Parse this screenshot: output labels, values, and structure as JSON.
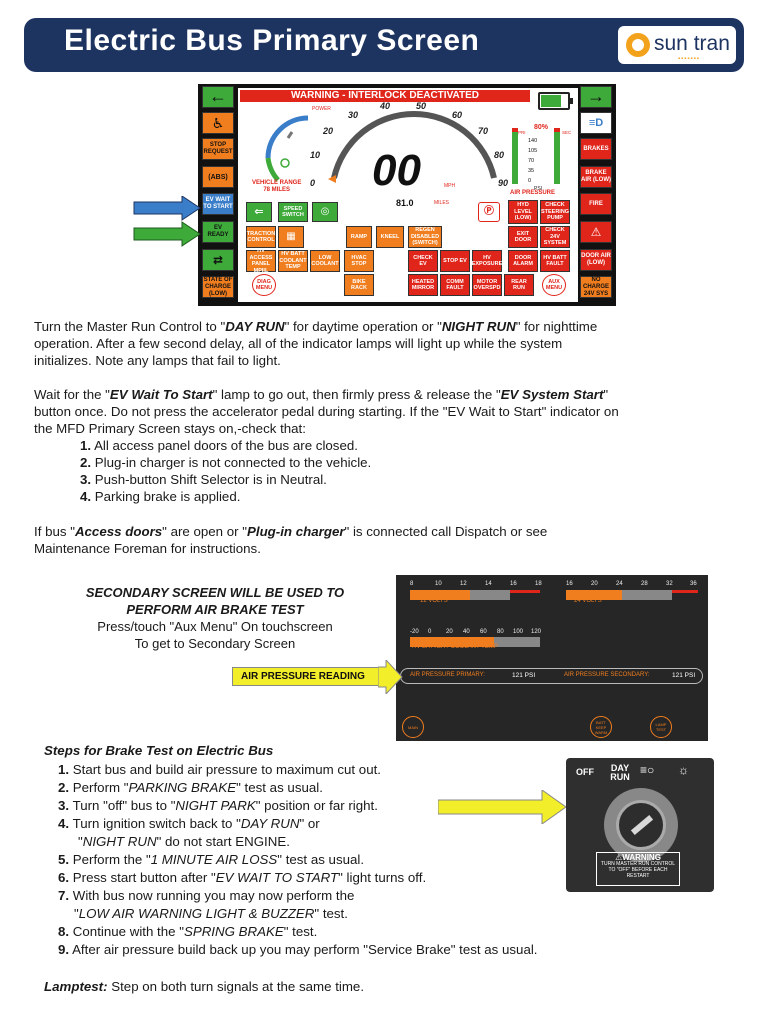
{
  "header": {
    "title": "Electric Bus Primary Screen",
    "logo_text": "sun tran",
    "logo_dots": "▪▪▪▪▪▪▪"
  },
  "primary_screen": {
    "warning": "WARNING - INTERLOCK DEACTIVATED",
    "power_label": "POWER",
    "speed": "00",
    "mph_label": "MPH",
    "odometer": "81.0",
    "miles_label": "MILES",
    "vehicle_range_label": "VEHICLE RANGE",
    "vehicle_range_value": "78 MILES",
    "battery_percent": "80%",
    "air_pressure_label": "AIR PRESSURE",
    "psi_label": "PSI",
    "pri_label": "PRI",
    "sec_label": "SEC",
    "psi_ticks": [
      "140",
      "105",
      "70",
      "35",
      "0"
    ],
    "speed_ticks": [
      "0",
      "10",
      "20",
      "30",
      "40",
      "50",
      "60",
      "70",
      "80",
      "90"
    ],
    "left_buttons": [
      "STOP REQUEST",
      "EV WAIT TO START",
      "EV READY",
      "STATE OF CHARGE (LOW)"
    ],
    "right_buttons": [
      "BRAKES",
      "BRAKE AIR (LOW)",
      "FIRE",
      "DOOR AIR (LOW)",
      "NO CHARGE 24V SYS"
    ],
    "center_lamps": {
      "speed_switch": "SPEED SWITCH",
      "traction_control": "TRACTION CONTROL",
      "hv_access_panel": "HV ACCESS PANEL MPIIL",
      "hv_batt_coolant_temp": "HV BATT COOLANT TEMP",
      "low_coolant": "LOW COOLANT",
      "ramp": "RAMP",
      "kneel": "KNEEL",
      "regen_disabled": "REGEN DISABLED (SWITCH)",
      "hvac_stop": "HVAC STOP",
      "bike_rack": "BIKE RACK",
      "hyd_level": "HYD LEVEL (LOW)",
      "check_steering_pump": "CHECK STEERING PUMP",
      "exit_door": "EXIT DOOR",
      "check_24v_system": "CHECK 24V SYSTEM",
      "check_ev": "CHECK EV",
      "stop_ev": "STOP EV",
      "hv_exposure": "HV EXPOSURE",
      "door_alarm": "DOOR ALARM",
      "hv_batt_fault": "HV BATT FAULT",
      "heated_mirror": "HEATED MIRROR",
      "comm_fault": "COMM FAULT",
      "motor_overspd": "MOTOR OVERSPD",
      "rear_run": "REAR RUN",
      "diag_menu": "DIAG MENU",
      "aux_menu": "AUX MENU"
    }
  },
  "intro": {
    "p1_a": "Turn the Master Run Control to \"",
    "p1_day_run": "DAY RUN",
    "p1_b": "\" for daytime operation or \"",
    "p1_night_run": "NIGHT RUN",
    "p1_c": "\" for nighttime",
    "p1_line2": "operation.  After a few second delay, all of the indicator lamps will light up while the system",
    "p1_line3": "initializes. Note any lamps that fail to light.",
    "p2_a": "Wait for the \"",
    "p2_ev_wait": "EV Wait To Start",
    "p2_b": "\" lamp to go out, then firmly press & release the \"",
    "p2_ev_system": "EV System Start",
    "p2_c": "\"",
    "p2_line2": "button once. Do not press the accelerator pedal during starting. If the \"EV Wait to Start\" indicator on",
    "p2_line3": "the MFD Primary Screen stays on,-check that:",
    "checks": [
      {
        "n": "1.",
        "t": "All access panel doors of the bus are closed."
      },
      {
        "n": "2.",
        "t": "Plug-in charger is not connected to the vehicle."
      },
      {
        "n": "3.",
        "t": "Push-button Shift Selector is in Neutral."
      },
      {
        "n": "4.",
        "t": "Parking brake is applied."
      }
    ],
    "p3_a": "If bus \"",
    "p3_access": "Access doors",
    "p3_b": "\" are open or \"",
    "p3_plugin": "Plug-in charger",
    "p3_c": "\" is connected call Dispatch or see",
    "p3_line2": "Maintenance Foreman for instructions."
  },
  "secondary": {
    "title_line1": "SECONDARY SCREEN WILL BE USED TO",
    "title_line2": "PERFORM AIR BRAKE TEST",
    "sub_line1": "Press/touch \"Aux Menu\" On touchscreen",
    "sub_line2": "To get to Secondary Screen",
    "air_pressure_reading": "AIR PRESSURE READING",
    "volts12_ticks": [
      "8",
      "10",
      "12",
      "14",
      "16",
      "18"
    ],
    "volts24_ticks": [
      "16",
      "20",
      "24",
      "28",
      "32",
      "36"
    ],
    "volts12_label": "12 VOLTS",
    "volts24_label": "24 VOLTS",
    "coolant_ticks": [
      "-20",
      "0",
      "20",
      "40",
      "60",
      "80",
      "100",
      "120"
    ],
    "coolant_label": "HV BATTERY COOLANT TEMP",
    "air_primary_label": "AIR PRESSURE PRIMARY:",
    "air_primary_value": "121 PSI",
    "air_secondary_label": "AIR PRESSURE SECONDARY:",
    "air_secondary_value": "121 PSI",
    "main_btn": "MAIN",
    "batt_btn": "BATT KEEP WARM",
    "lamp_btn": "LAMP TEST"
  },
  "steps": {
    "title": "Steps for Brake Test on Electric Bus",
    "items": [
      {
        "n": "1.",
        "parts": [
          "Start bus and build air pressure to maximum cut out."
        ]
      },
      {
        "n": "2.",
        "parts": [
          "Perform \"",
          "PARKING BRAKE",
          "\" test as usual."
        ]
      },
      {
        "n": "3.",
        "parts": [
          "Turn \"off\" bus to \"",
          "NIGHT PARK",
          "\" position or far right."
        ]
      },
      {
        "n": "4.",
        "parts": [
          "Turn ignition switch back to \"",
          "DAY RUN",
          "\" or"
        ]
      },
      {
        "n": "",
        "parts": [
          "\"",
          "NIGHT RUN",
          "\" do not start ENGINE."
        ]
      },
      {
        "n": "5.",
        "parts": [
          "Perform the \"",
          "1 MINUTE AIR LOSS",
          "\" test as usual."
        ]
      },
      {
        "n": "6.",
        "parts": [
          "Press start button after \"",
          "EV WAIT TO START",
          "\" light turns off."
        ]
      },
      {
        "n": "7.",
        "parts": [
          "With bus now running you may now perform the"
        ]
      },
      {
        "n": "",
        "parts": [
          "\"",
          "LOW AIR WARNING LIGHT & BUZZER",
          "\" test."
        ]
      },
      {
        "n": "8.",
        "parts": [
          "Continue with the \"",
          "SPRING BRAKE",
          "\" test."
        ]
      },
      {
        "n": "9.",
        "parts": [
          "After air pressure build back up you may perform \"Service Brake\" test as usual."
        ]
      }
    ],
    "lamptest_label": "Lamptest:",
    "lamptest_text": " Step on both turn signals at the same time."
  },
  "switch_photo": {
    "off": "OFF",
    "day_run": "DAY RUN",
    "warning_title": "⚠WARNING",
    "warning_text": "TURN MASTER RUN CONTROL TO \"OFF\" BEFORE EACH RESTART"
  },
  "colors": {
    "header_bg": "#1d3461",
    "accent_orange": "#f07d1e",
    "warning_red": "#e0251b",
    "ok_green": "#3daa3a",
    "callout_yellow": "#f3ee2a",
    "callout_blue": "#3a7ec9"
  }
}
